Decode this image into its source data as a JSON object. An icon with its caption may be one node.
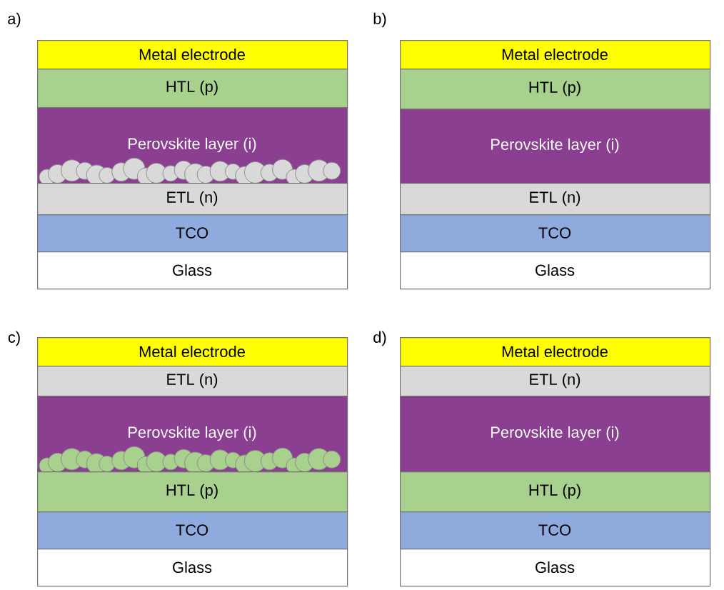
{
  "diagram": {
    "nodes": [
      {
        "text": [
          "Metal electrode"
        ]
      },
      {
        "text": [
          "HTL (p)"
        ]
      },
      {
        "text": [
          "Perovskite layer (i)"
        ]
      },
      {
        "text": [
          "ETL (n)"
        ]
      },
      {
        "text": [
          "TCO"
        ]
      },
      {
        "text": [
          "Glass"
        ]
      },
      {
        "text": [
          "Metal electrode"
        ]
      },
      {
        "text": [
          "HTL (p)"
        ]
      },
      {
        "text": [
          "Perovskite layer (i)"
        ]
      },
      {
        "text": [
          "ETL (n)"
        ]
      },
      {
        "text": [
          "TCO"
        ]
      },
      {
        "text": [
          "Glass"
        ]
      },
      {
        "text": [
          "Metal electrode"
        ]
      },
      {
        "text": [
          "ETL (n)"
        ]
      },
      {
        "text": [
          "Perovskite layer (i)"
        ]
      },
      {
        "text": [
          "HTL (p)"
        ]
      },
      {
        "text": [
          "TCO"
        ]
      },
      {
        "text": [
          "Glass"
        ]
      },
      {
        "text": [
          "Metal electrode"
        ]
      },
      {
        "text": [
          "ETL (n)"
        ]
      },
      {
        "text": [
          "Perovskite layer (i)"
        ]
      },
      {
        "text": [
          "HTL (p)"
        ]
      },
      {
        "text": [
          "TCO"
        ]
      },
      {
        "text": [
          "Glass"
        ]
      }
    ],
    "labels": [
      "a)",
      "b)",
      "c)",
      "d)"
    ]
  }
}
